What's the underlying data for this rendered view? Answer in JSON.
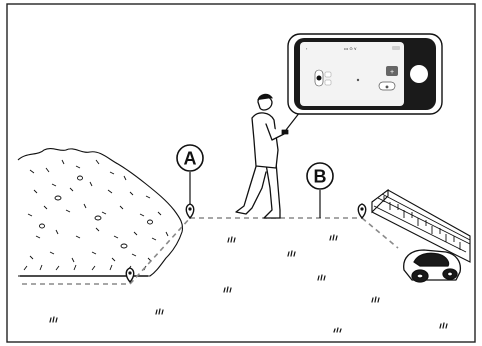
{
  "markers": [
    {
      "label": "A"
    },
    {
      "label": "B"
    }
  ],
  "phone_screen": {
    "status_text": "••• ⊙ ⋎",
    "battery_text": "",
    "mode_badge": "M",
    "pill_text": "◉"
  },
  "colors": {
    "line": "#111111",
    "dashed_path": "#8a8a8a",
    "phone_body": "#1a1a1a",
    "phone_screen_bg": "#f3f3f3",
    "button_dark": "#555555"
  },
  "icons": [
    "location-pin-icon",
    "robotic-mower",
    "smartphone",
    "brick-wall",
    "bush",
    "grass-tuft"
  ]
}
